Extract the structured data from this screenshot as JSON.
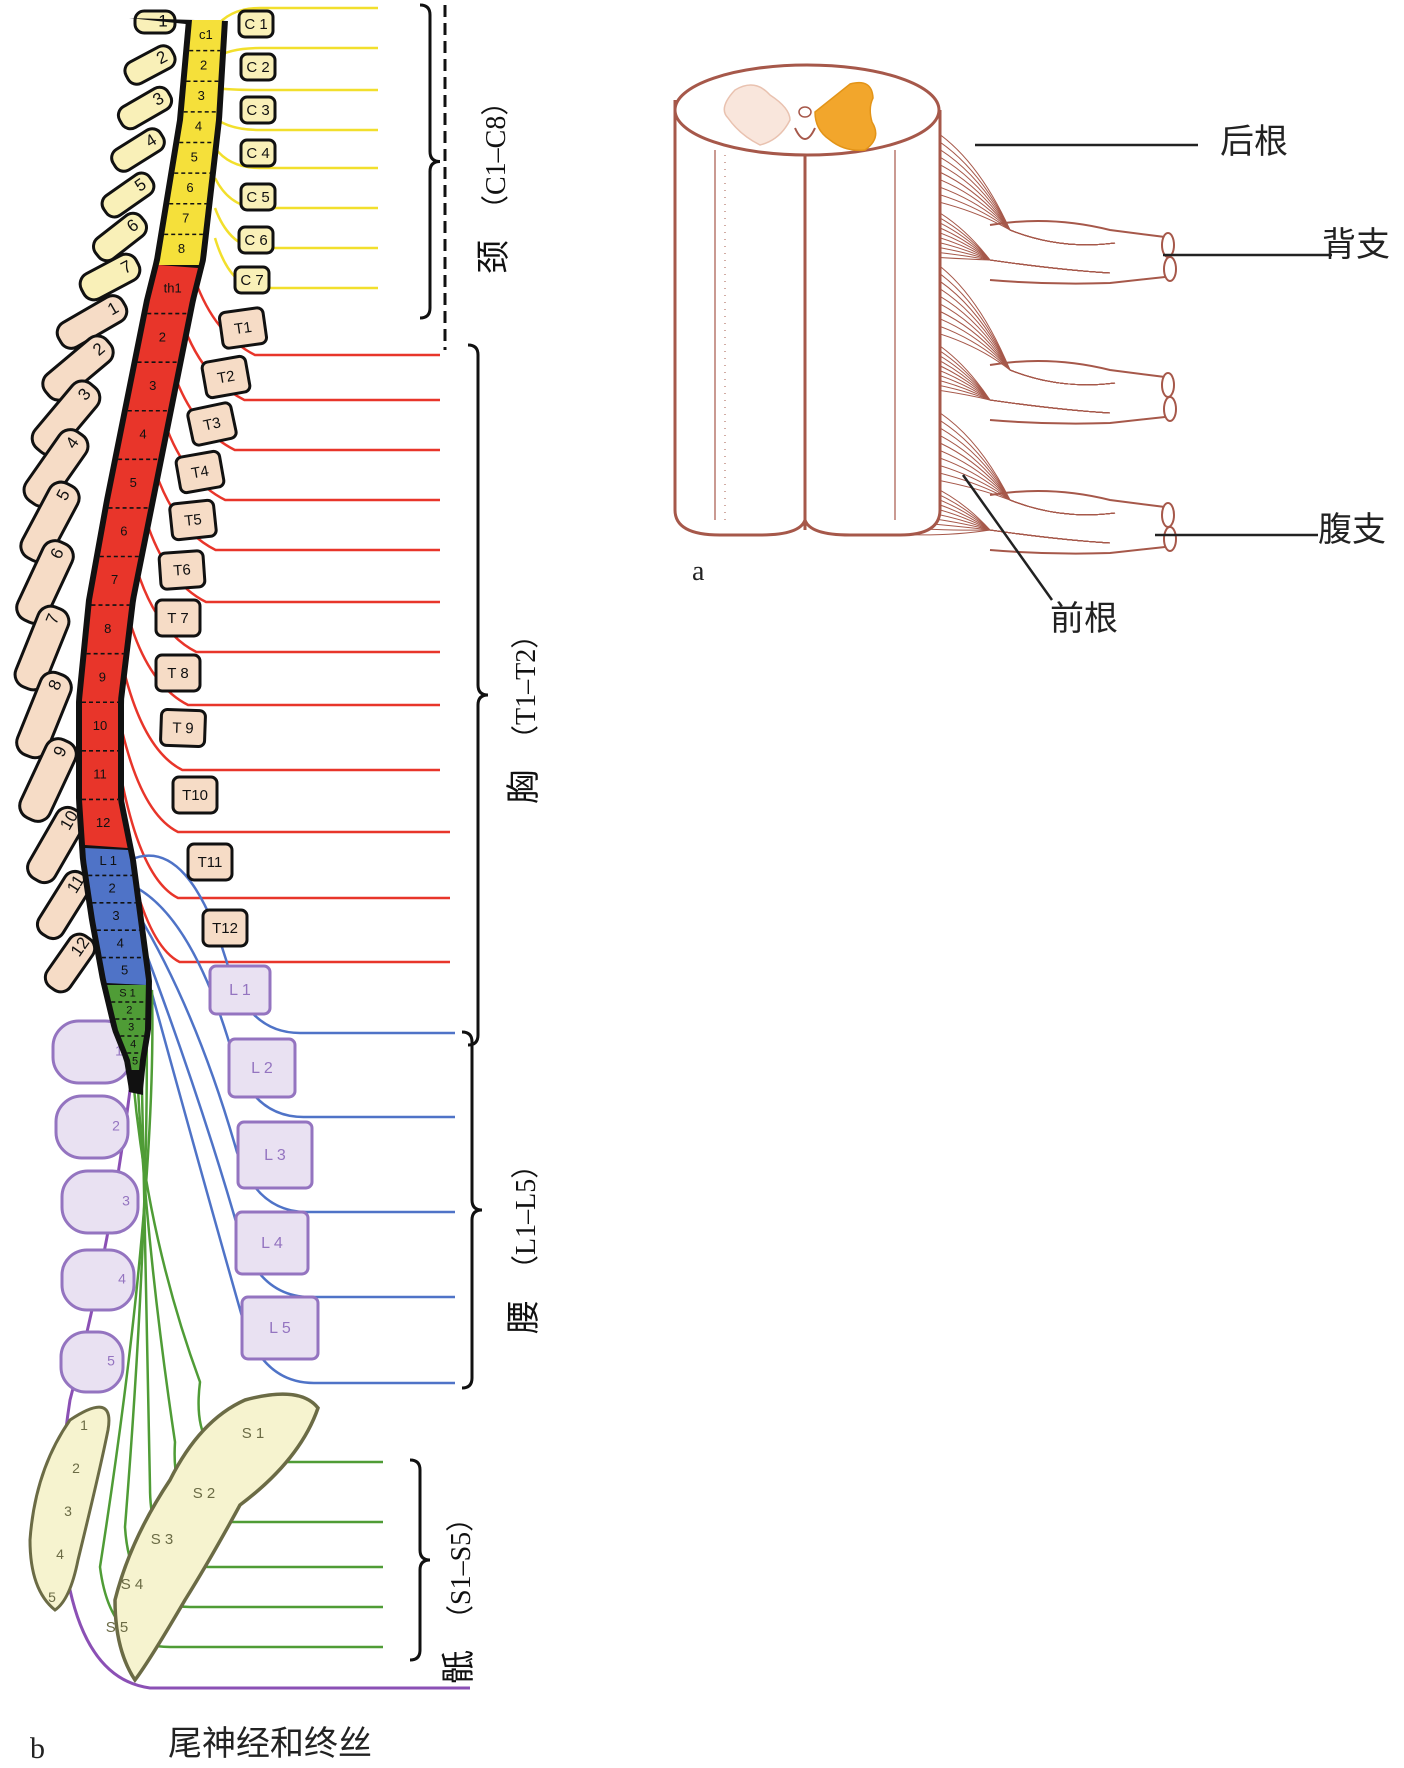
{
  "panel_a": {
    "label": "a",
    "labels": {
      "posterior_root": "后根",
      "dorsal_ramus": "背支",
      "ventral_ramus": "腹支",
      "anterior_root": "前根"
    }
  },
  "panel_b": {
    "label": "b",
    "bottom_caption": "尾神经和终丝",
    "regions": {
      "cervical": {
        "name": "颈",
        "range": "（C1–C8）"
      },
      "thoracic": {
        "name": "胸",
        "range": "（T1–T2）"
      },
      "lumbar": {
        "name": "腰",
        "range": "（L1–L5）"
      },
      "sacral": {
        "name": "骶",
        "range": "（S1–S5）"
      }
    },
    "segment_labels": {
      "cervical": [
        "c1",
        "2",
        "3",
        "4",
        "5",
        "6",
        "7",
        "8"
      ],
      "thoracic": [
        "th1",
        "2",
        "3",
        "4",
        "5",
        "6",
        "7",
        "8",
        "9",
        "10",
        "11",
        "12"
      ],
      "lumbar": [
        "L 1",
        "2",
        "3",
        "4",
        "5"
      ],
      "sacral": [
        "S 1",
        "2",
        "3",
        "4",
        "5"
      ]
    },
    "nerve_labels": {
      "cervical": [
        "C 1",
        "C 2",
        "C 3",
        "C 4",
        "C 5",
        "C 6",
        "C 7"
      ],
      "thoracic": [
        "T1",
        "T2",
        "T3",
        "T4",
        "T5",
        "T6",
        "T 7",
        "T 8",
        "T 9",
        "T10",
        "T11",
        "T12"
      ],
      "lumbar": [
        "L 1",
        "L 2",
        "L 3",
        "L 4",
        "L 5"
      ],
      "sacral": [
        "S 1",
        "S 2",
        "S 3",
        "S 4",
        "S 5"
      ]
    },
    "vertebra_labels": {
      "cervical": [
        "1",
        "2",
        "3",
        "4",
        "5",
        "6",
        "7"
      ],
      "thoracic": [
        "1",
        "2",
        "3",
        "4",
        "5",
        "6",
        "7",
        "8",
        "9",
        "10",
        "11",
        "12"
      ],
      "lumbar": [
        "1",
        "2",
        "3",
        "4",
        "5"
      ],
      "sacral": [
        "1",
        "2",
        "3",
        "4",
        "5"
      ]
    }
  },
  "colors": {
    "cervical": "#f5e03a",
    "cervical_nerve": "#f2df2c",
    "thoracic": "#e8352a",
    "lumbar": "#4f73c7",
    "sacral": "#4f9c36",
    "coccygeal": "#8b50b5",
    "cervical_vertebra": "#f9f0b8",
    "thoracic_vertebra": "#f6dcc6",
    "lumbar_vertebra": "#e9e1f2",
    "lumbar_vertebra_stroke": "#9474c0",
    "sacrum_fill": "#f6f3cf",
    "sacrum_stroke": "#6b6b45",
    "cord_brown": "#a6584a"
  }
}
